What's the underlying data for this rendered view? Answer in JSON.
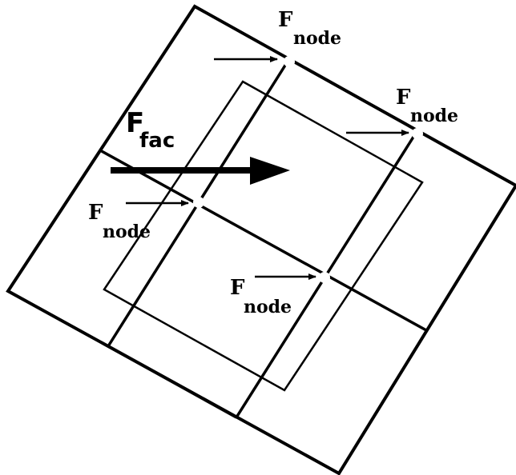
{
  "colors": {
    "stroke": "#000000",
    "background": "#ffffff"
  },
  "face_force": {
    "main": "F",
    "sub": "fac"
  },
  "node_forces": [
    {
      "id": "top",
      "main": "F",
      "sub": "node"
    },
    {
      "id": "right",
      "main": "F",
      "sub": "node"
    },
    {
      "id": "left",
      "main": "F",
      "sub": "node"
    },
    {
      "id": "center",
      "main": "F",
      "sub": "node"
    }
  ]
}
